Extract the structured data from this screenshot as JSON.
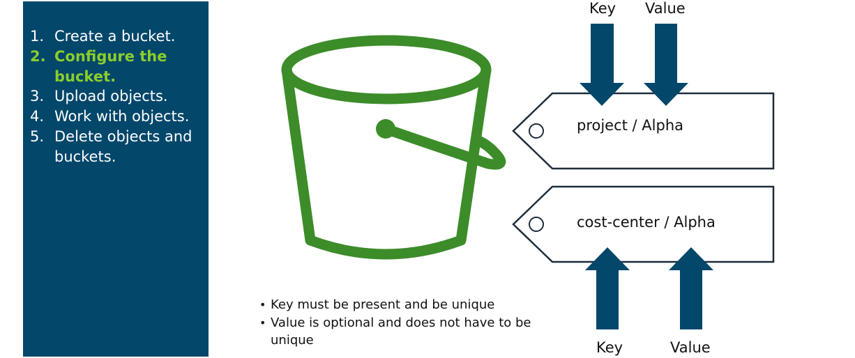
{
  "steps": [
    {
      "number": "1.",
      "text": "Create a bucket."
    },
    {
      "number": "2.",
      "text": "Configure the bucket."
    },
    {
      "number": "3.",
      "text": "Upload objects."
    },
    {
      "number": "4.",
      "text": "Work with objects."
    },
    {
      "number": "5.",
      "text": "Delete objects and buckets."
    }
  ],
  "active_step": 2,
  "tags": [
    {
      "text": "project / Alpha",
      "key_label": "Key",
      "value_label": "Value"
    },
    {
      "text": "cost-center / Alpha",
      "key_label": "Key",
      "value_label": "Value"
    }
  ],
  "notes": [
    "Key must be present and be unique",
    "Value is optional and does not have to be unique"
  ],
  "icons": {
    "bucket": "s3-bucket-icon",
    "tag": "tag-icon",
    "arrow": "arrow-icon"
  },
  "colors": {
    "sidebar_bg": "#03476b",
    "sidebar_text": "#ffffff",
    "active_step": "#8ccd2b",
    "bucket": "#3c8c2a",
    "arrow": "#03476b",
    "tag_outline": "#1e2b3a"
  }
}
